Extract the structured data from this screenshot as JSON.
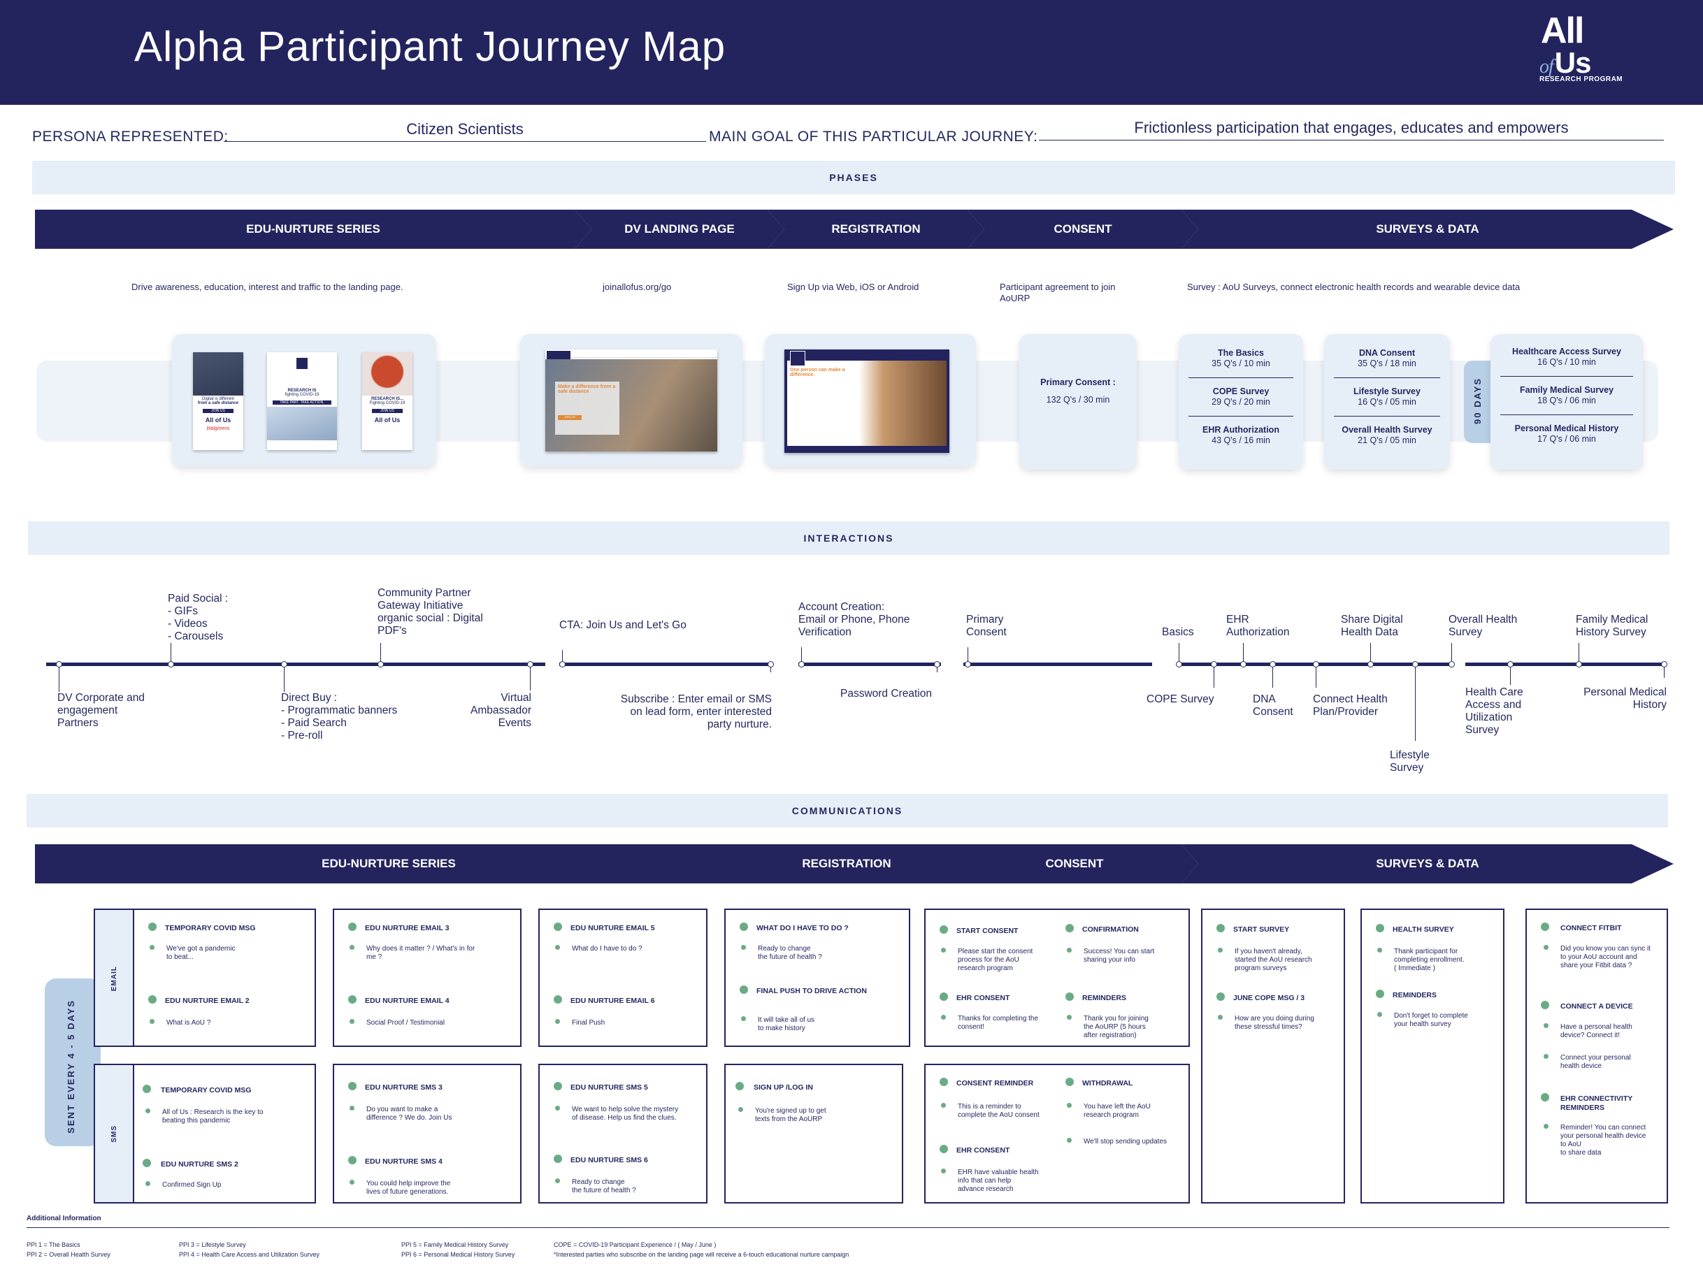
{
  "header": {
    "title": "Alpha Participant Journey Map",
    "logo": {
      "line1": "All",
      "of": "of",
      "us": "Us",
      "line3": "RESEARCH PROGRAM"
    }
  },
  "persona": {
    "label": "PERSONA REPRESENTED:",
    "value": "Citizen Scientists"
  },
  "goal": {
    "label": "MAIN GOAL OF THIS PARTICULAR JOURNEY:",
    "value": "Frictionless participation that engages, educates and empowers"
  },
  "phases": {
    "band": "PHASES",
    "items": [
      {
        "label": "EDU-NURTURE SERIES",
        "desc": "Drive awareness, education, interest and traffic to the landing page."
      },
      {
        "label": "DV LANDING PAGE",
        "desc": "joinallofus.org/go"
      },
      {
        "label": "REGISTRATION",
        "desc": "Sign Up via Web, iOS or Android"
      },
      {
        "label": "CONSENT",
        "desc": "Participant agreement to join AoURP"
      },
      {
        "label": "SURVEYS & DATA",
        "desc": "Survey : AoU Surveys, connect electronic health records and wearable device data"
      }
    ],
    "flyers": [
      {
        "text1": "Digital is different",
        "text2": "from a safe distance",
        "cta": "JOIN US",
        "logo": "All of Us",
        "brand": "Walgreens"
      },
      {
        "text1": "RESEARCH IS",
        "text2": "fighting COVID-19",
        "cta": "TAKE PART. TAKE ACTION."
      },
      {
        "text1": "RESEARCH IS...",
        "text2": "Fighting COVID-19",
        "cta": "JOIN US",
        "logo": "All of Us"
      }
    ],
    "landing_shot": {
      "headline": "Make a difference from a safe distance",
      "cta": "JOIN US"
    },
    "registration_shot": {
      "headline": "One person can make a difference."
    },
    "consent_card": {
      "title": "Primary Consent :",
      "detail": "132 Q's / 30 min"
    },
    "survey_cards": [
      [
        {
          "name": "The Basics",
          "detail": "35 Q's / 10 min"
        },
        {
          "name": "COPE Survey",
          "detail": "29 Q's / 20 min"
        },
        {
          "name": "EHR Authorization",
          "detail": "43 Q's / 16 min"
        }
      ],
      [
        {
          "name": "DNA Consent",
          "detail": "35 Q's / 18 min"
        },
        {
          "name": "Lifestyle Survey",
          "detail": "16 Q's / 05 min"
        },
        {
          "name": "Overall Health Survey",
          "detail": "21 Q's / 05 min"
        }
      ],
      [
        {
          "name": "Healthcare Access Survey",
          "detail": "16 Q's / 10 min"
        },
        {
          "name": "Family Medical Survey",
          "detail": "18 Q's / 06 min"
        },
        {
          "name": "Personal Medical History",
          "detail": "17 Q's / 06 min"
        }
      ]
    ],
    "days_tab": "90 DAYS"
  },
  "interactions": {
    "band": "INTERACTIONS",
    "above": [
      "Paid Social :\n- GIFs\n- Videos\n- Carousels",
      "Community Partner\nGateway Initiative\norganic social : Digital\nPDF's",
      "CTA: Join Us and Let's Go",
      "Account Creation:\nEmail or Phone, Phone\nVerification",
      "Primary\nConsent",
      "Basics",
      "EHR\nAuthorization",
      "Share Digital\nHealth Data",
      "Overall Health\nSurvey",
      "Family Medical\nHistory Survey"
    ],
    "below": [
      "DV Corporate and\nengagement\nPartners",
      "Direct Buy :\n- Programmatic banners\n- Paid Search\n- Pre-roll",
      "Virtual\nAmbassador\nEvents",
      "Subscribe : Enter email or SMS\non lead form, enter interested\nparty nurture.",
      "Password Creation",
      "COPE Survey",
      "DNA\nConsent",
      "Connect Health\nPlan/Provider",
      "Lifestyle\nSurvey",
      "Health Care\nAccess and\nUtilization\nSurvey",
      "Personal Medical\nHistory"
    ]
  },
  "communications": {
    "band": "COMMUNICATIONS",
    "phases": [
      "EDU-NURTURE SERIES",
      "REGISTRATION",
      "CONSENT",
      "SURVEYS & DATA"
    ],
    "cadence": "SENT EVERY 4 - 5 DAYS",
    "email_label": "EMAIL",
    "sms_label": "SMS",
    "boxes": [
      {
        "items": [
          {
            "t": "TEMPORARY COVID MSG",
            "b": "We've got a pandemic\nto beat..."
          },
          {
            "t": "EDU NURTURE EMAIL 2",
            "b": "What is AoU ?"
          }
        ]
      },
      {
        "items": [
          {
            "t": "EDU NURTURE EMAIL 3",
            "b": "Why does it matter ? / What's in for\nme ?"
          },
          {
            "t": "EDU NURTURE EMAIL 4",
            "b": "Social Proof / Testimonial"
          }
        ]
      },
      {
        "items": [
          {
            "t": "EDU NURTURE EMAIL 5",
            "b": "What do I have to do ?"
          },
          {
            "t": "EDU NURTURE EMAIL 6",
            "b": "Final Push"
          }
        ]
      },
      {
        "items": [
          {
            "t": "WHAT DO I HAVE TO DO ?",
            "b": "Ready to change\nthe future of health ?"
          },
          {
            "t": "FINAL PUSH TO DRIVE ACTION",
            "b": "It will take all of us\nto make history"
          }
        ]
      },
      {
        "items": [
          {
            "t": "START CONSENT",
            "b": "Please start the consent\nprocess for the AoU\nresearch program"
          },
          {
            "t": "CONFIRMATION",
            "b": "Success! You can start\nsharing your info"
          },
          {
            "t": "EHR CONSENT",
            "b": "Thanks for completing the\nconsent!"
          },
          {
            "t": "REMINDERS",
            "b": "Thank you for joining\nthe AoURP (5 hours\nafter registration)"
          }
        ]
      },
      {
        "items": [
          {
            "t": "START SURVEY",
            "b": "If you haven't already,\nstarted the AoU research\nprogram surveys"
          },
          {
            "t": "JUNE COPE MSG / 3",
            "b": "How are you doing during\nthese stressful times?"
          }
        ]
      },
      {
        "items": [
          {
            "t": "HEALTH SURVEY",
            "b": "Thank participant for\ncompleting enrollment.\n( Immediate )"
          },
          {
            "t": "REMINDERS",
            "b": "Don't forget to complete\nyour health survey"
          }
        ]
      },
      {
        "items": [
          {
            "t": "CONNECT FITBIT",
            "b": "Did you know you can sync it\nto your AoU account and\nshare your Fitbit data ?"
          },
          {
            "t": "CONNECT A DEVICE",
            "b": "Have a personal health\ndevice? Connect it!"
          },
          {
            "t": "",
            "b": "Connect your personal\nhealth device"
          },
          {
            "t": "EHR CONNECTIVITY\nREMINDERS",
            "b": "Reminder! You can connect\nyour personal health device\nto AoU\nto share data"
          }
        ]
      }
    ],
    "sms_boxes": [
      {
        "items": [
          {
            "t": "TEMPORARY COVID MSG",
            "b": "All of Us : Research is the key to\nbeating this pandemic"
          },
          {
            "t": "EDU NURTURE SMS 2",
            "b": "Confirmed Sign Up"
          }
        ]
      },
      {
        "items": [
          {
            "t": "EDU NURTURE SMS 3",
            "b": "Do you want to make a\ndifference ? We do. Join Us"
          },
          {
            "t": "EDU NURTURE SMS 4",
            "b": "You could help improve the\nlives of future generations."
          }
        ]
      },
      {
        "items": [
          {
            "t": "EDU NURTURE SMS 5",
            "b": "We want to help solve the mystery\nof disease. Help us find the clues."
          },
          {
            "t": "EDU NURTURE SMS 6",
            "b": "Ready to change\nthe future of health ?"
          }
        ]
      },
      {
        "items": [
          {
            "t": "SIGN UP /LOG IN",
            "b": "You're signed up to get\ntexts from the AoURP"
          }
        ]
      },
      {
        "items": [
          {
            "t": "CONSENT REMINDER",
            "b": "This is a reminder to\ncomplete the AoU consent"
          },
          {
            "t": "WITHDRAWAL",
            "b": "You have left the AoU\nresearch program"
          },
          {
            "t": "",
            "b": "We'll stop sending updates"
          },
          {
            "t": "EHR CONSENT",
            "b": "EHR have valuable health\ninfo that can help\nadvance research"
          }
        ]
      }
    ]
  },
  "footer": {
    "title": "Additional Information",
    "col1": "PPI 1 = The Basics\nPPI 2 = Overall Health Survey",
    "col2": "PPI 3 = Lifestyle Survey\nPPI 4 = Health Care Access and Utilization Survey",
    "col3": "PPI 5 = Family Medical History Survey\nPPI 6 = Personal Medical History Survey",
    "col4": "COPE = COVID-19 Participant Experience / ( May / June )\n*Interested parties who subscribe on the landing page will receive a 6-touch educational nurture campaign"
  },
  "colors": {
    "navy": "#23245e",
    "band": "#e6eef8",
    "bullet": "#6aab86"
  }
}
